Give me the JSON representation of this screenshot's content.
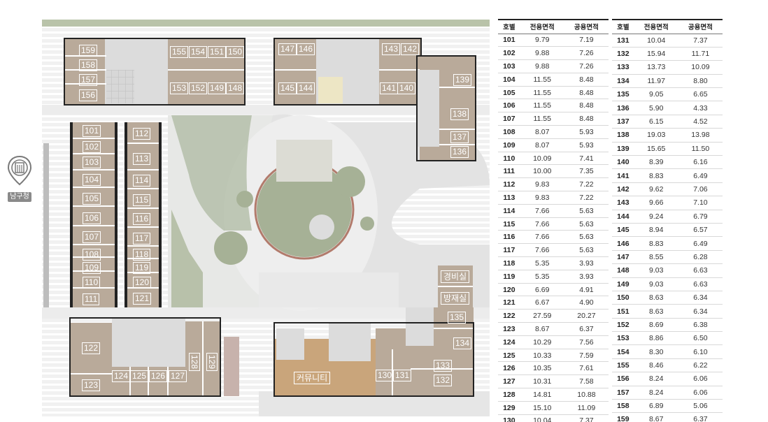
{
  "landmark": {
    "label": "남구청",
    "icon": "building-pin-icon"
  },
  "rooms": {
    "guard": "경비실",
    "disaster": "방재실",
    "community": "커뮤니티"
  },
  "colors": {
    "unit": "#b9aa9a",
    "unit_dark": "#9d8e80",
    "plaza_grass": "#a7b299",
    "community": "#c9a57b",
    "road": "#ececec"
  },
  "table_headers": [
    "호별",
    "전용면적",
    "공용면적"
  ],
  "table_left": [
    [
      "101",
      "9.79",
      "7.19"
    ],
    [
      "102",
      "9.88",
      "7.26"
    ],
    [
      "103",
      "9.88",
      "7.26"
    ],
    [
      "104",
      "11.55",
      "8.48"
    ],
    [
      "105",
      "11.55",
      "8.48"
    ],
    [
      "106",
      "11.55",
      "8.48"
    ],
    [
      "107",
      "11.55",
      "8.48"
    ],
    [
      "108",
      "8.07",
      "5.93"
    ],
    [
      "109",
      "8.07",
      "5.93"
    ],
    [
      "110",
      "10.09",
      "7.41"
    ],
    [
      "111",
      "10.00",
      "7.35"
    ],
    [
      "112",
      "9.83",
      "7.22"
    ],
    [
      "113",
      "9.83",
      "7.22"
    ],
    [
      "114",
      "7.66",
      "5.63"
    ],
    [
      "115",
      "7.66",
      "5.63"
    ],
    [
      "116",
      "7.66",
      "5.63"
    ],
    [
      "117",
      "7.66",
      "5.63"
    ],
    [
      "118",
      "5.35",
      "3.93"
    ],
    [
      "119",
      "5.35",
      "3.93"
    ],
    [
      "120",
      "6.69",
      "4.91"
    ],
    [
      "121",
      "6.67",
      "4.90"
    ],
    [
      "122",
      "27.59",
      "20.27"
    ],
    [
      "123",
      "8.67",
      "6.37"
    ],
    [
      "124",
      "10.29",
      "7.56"
    ],
    [
      "125",
      "10.33",
      "7.59"
    ],
    [
      "126",
      "10.35",
      "7.61"
    ],
    [
      "127",
      "10.31",
      "7.58"
    ],
    [
      "128",
      "14.81",
      "10.88"
    ],
    [
      "129",
      "15.10",
      "11.09"
    ],
    [
      "130",
      "10.04",
      "7.37"
    ]
  ],
  "table_right": [
    [
      "131",
      "10.04",
      "7.37"
    ],
    [
      "132",
      "15.94",
      "11.71"
    ],
    [
      "133",
      "13.73",
      "10.09"
    ],
    [
      "134",
      "11.97",
      "8.80"
    ],
    [
      "135",
      "9.05",
      "6.65"
    ],
    [
      "136",
      "5.90",
      "4.33"
    ],
    [
      "137",
      "6.15",
      "4.52"
    ],
    [
      "138",
      "19.03",
      "13.98"
    ],
    [
      "139",
      "15.65",
      "11.50"
    ],
    [
      "140",
      "8.39",
      "6.16"
    ],
    [
      "141",
      "8.83",
      "6.49"
    ],
    [
      "142",
      "9.62",
      "7.06"
    ],
    [
      "143",
      "9.66",
      "7.10"
    ],
    [
      "144",
      "9.24",
      "6.79"
    ],
    [
      "145",
      "8.94",
      "6.57"
    ],
    [
      "146",
      "8.83",
      "6.49"
    ],
    [
      "147",
      "8.55",
      "6.28"
    ],
    [
      "148",
      "9.03",
      "6.63"
    ],
    [
      "149",
      "9.03",
      "6.63"
    ],
    [
      "150",
      "8.63",
      "6.34"
    ],
    [
      "151",
      "8.63",
      "6.34"
    ],
    [
      "152",
      "8.69",
      "6.38"
    ],
    [
      "153",
      "8.86",
      "6.50"
    ],
    [
      "154",
      "8.30",
      "6.10"
    ],
    [
      "155",
      "8.46",
      "6.22"
    ],
    [
      "156",
      "8.24",
      "6.06"
    ],
    [
      "157",
      "8.24",
      "6.06"
    ],
    [
      "158",
      "6.89",
      "5.06"
    ],
    [
      "159",
      "8.67",
      "6.37"
    ]
  ],
  "unit_labels": [
    "101",
    "102",
    "103",
    "104",
    "105",
    "106",
    "107",
    "108",
    "109",
    "110",
    "111",
    "112",
    "113",
    "114",
    "115",
    "116",
    "117",
    "118",
    "119",
    "120",
    "121",
    "122",
    "123",
    "124",
    "125",
    "126",
    "127",
    "128",
    "129",
    "130",
    "131",
    "132",
    "133",
    "134",
    "135",
    "136",
    "137",
    "138",
    "139",
    "140",
    "141",
    "142",
    "143",
    "144",
    "145",
    "146",
    "147",
    "148",
    "149",
    "150",
    "151",
    "152",
    "153",
    "154",
    "155",
    "156",
    "157",
    "158",
    "159"
  ]
}
